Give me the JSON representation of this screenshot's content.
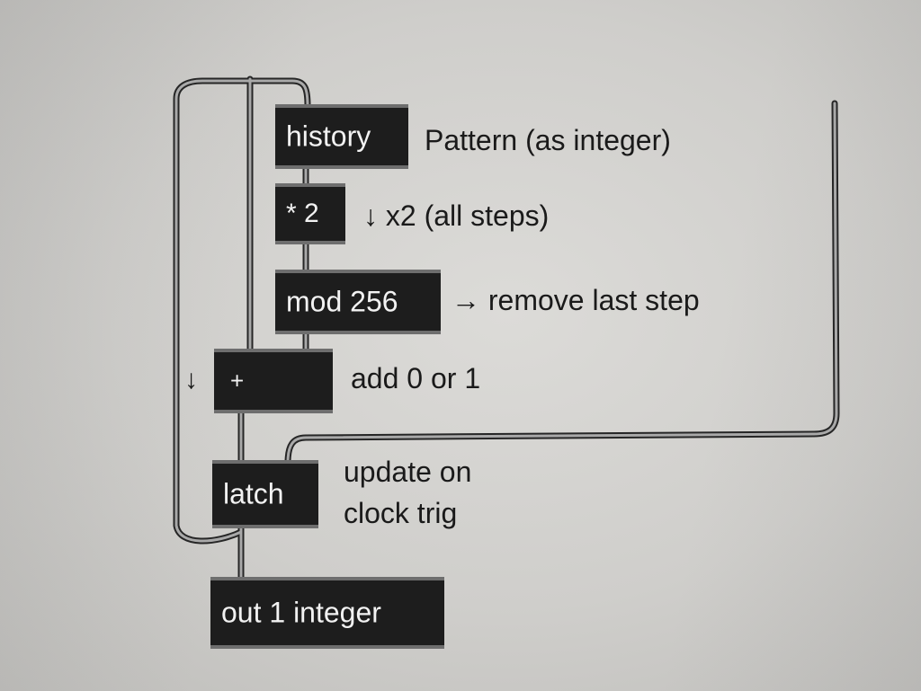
{
  "diagram": {
    "nodes": [
      {
        "id": "history",
        "text": "history"
      },
      {
        "id": "mult",
        "text": "* 2"
      },
      {
        "id": "mod",
        "text": "mod 256"
      },
      {
        "id": "plus",
        "text": "+"
      },
      {
        "id": "latch",
        "text": "latch"
      },
      {
        "id": "out",
        "text": "out 1 integer"
      }
    ],
    "annotations": {
      "history": "Pattern (as integer)",
      "mult": "↓ x2 (all steps)",
      "mod": "→ remove last step",
      "plus": "add 0 or 1",
      "latch_line1": "update on",
      "latch_line2": "clock trig",
      "input_arrow": "↓"
    },
    "colors": {
      "box": "#1d1d1d",
      "box_text": "#f2f2f2",
      "wire": "#7a7a7a",
      "paper": "#d6d5d2"
    }
  }
}
